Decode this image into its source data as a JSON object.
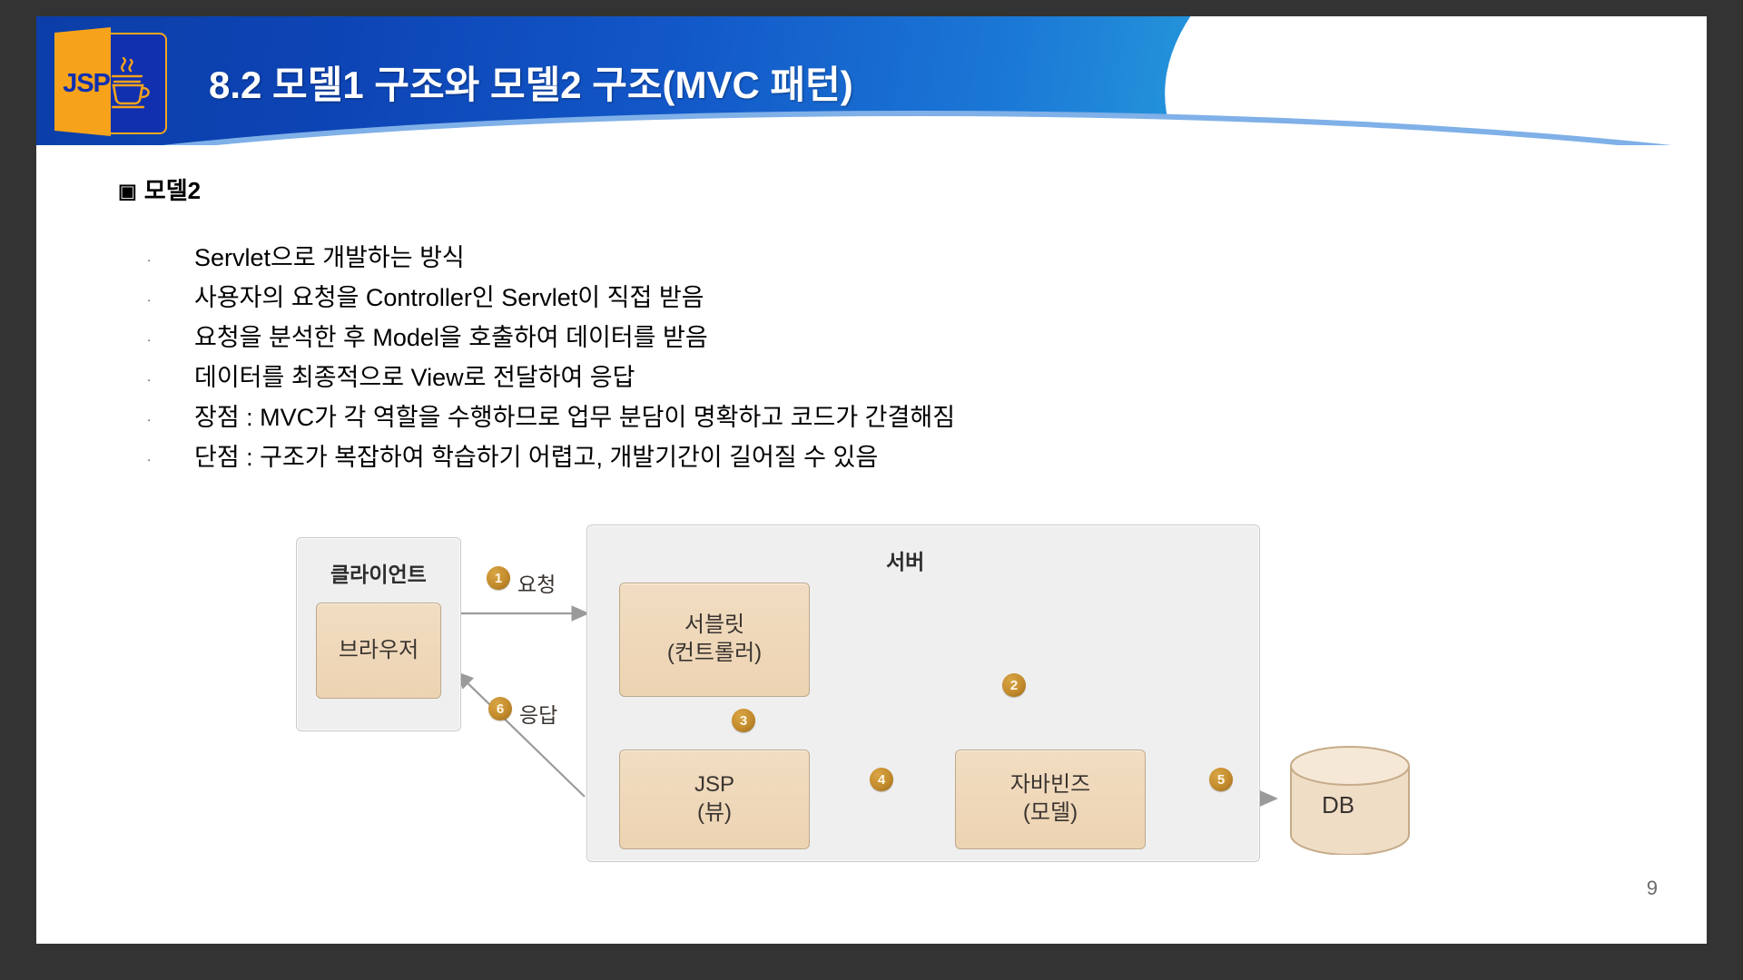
{
  "slide": {
    "page_number": "9",
    "banner": {
      "title": "8.2 모델1 구조와 모델2 구조(MVC 패턴)",
      "logo_text": "JSP",
      "logo_icon": "java-cup-icon"
    },
    "heading": {
      "marker": "▣",
      "text": "모델2"
    },
    "bullets": [
      {
        "marker": ".",
        "text": "Servlet으로 개발하는 방식"
      },
      {
        "marker": ".",
        "text": "사용자의 요청을 Controller인 Servlet이 직접 받음"
      },
      {
        "marker": ".",
        "text": "요청을 분석한 후 Model을 호출하여 데이터를 받음"
      },
      {
        "marker": ".",
        "text": "데이터를 최종적으로 View로 전달하여 응답"
      },
      {
        "marker": ".",
        "text": "장점 : MVC가 각 역할을 수행하므로 업무 분담이 명확하고 코드가 간결해짐"
      },
      {
        "marker": ".",
        "text": "단점 : 구조가 복잡하여 학습하기 어렵고, 개발기간이 길어질 수 있음"
      }
    ],
    "diagram": {
      "client_group_label": "클라이언트",
      "browser_label": "브라우저",
      "server_group_label": "서버",
      "servlet_label_line1": "서블릿",
      "servlet_label_line2": "(컨트롤러)",
      "jsp_label_line1": "JSP",
      "jsp_label_line2": "(뷰)",
      "javabeans_label_line1": "자바빈즈",
      "javabeans_label_line2": "(모델)",
      "db_label": "DB",
      "steps": [
        {
          "num": "1",
          "label": "요청"
        },
        {
          "num": "2",
          "label": ""
        },
        {
          "num": "3",
          "label": ""
        },
        {
          "num": "4",
          "label": ""
        },
        {
          "num": "5",
          "label": ""
        },
        {
          "num": "6",
          "label": "응답"
        }
      ]
    },
    "colors": {
      "banner_blue": "#0d44b5",
      "banner_cyan": "#45c4e6",
      "logo_orange": "#f6a31b",
      "logo_blue": "#1030b0",
      "box_fill": "#efefef",
      "inner_fill": "#ecd3b2",
      "step_badge": "#c38b2c",
      "page_bg": "#333333"
    }
  }
}
